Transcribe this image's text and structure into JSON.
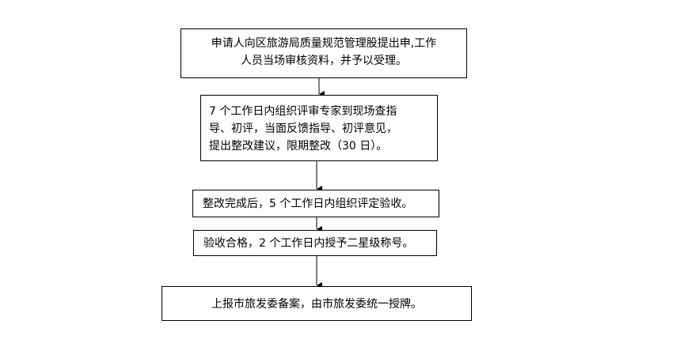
{
  "flow": {
    "step1": {
      "lines": [
        "申请人向区旅游局质量规范管理股提出申,工作",
        "人员当场审核资料，并予以受理。"
      ]
    },
    "step2": {
      "lines": [
        "7 个工作日内组织评审专家到现场查指",
        "导、初评，当面反馈指导、初评意见，",
        "提出整改建议，限期整改（30 日）。"
      ]
    },
    "step3": {
      "lines": [
        "整改完成后，5 个工作日内组织评定验收。"
      ]
    },
    "step4": {
      "lines": [
        "验收合格，2 个工作日内授予二星级称号。"
      ]
    },
    "step5": {
      "lines": [
        "上报市旅发委备案，由市旅发委统一授牌。"
      ]
    }
  }
}
